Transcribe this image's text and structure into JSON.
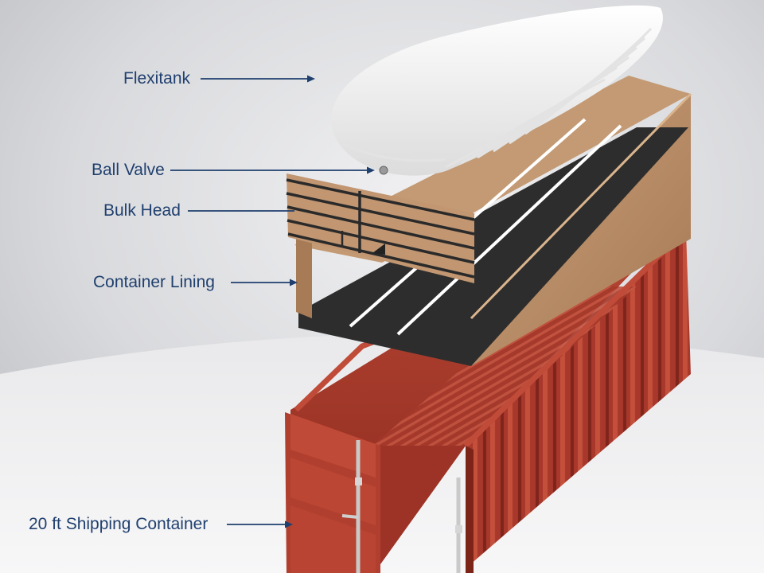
{
  "labels": {
    "flexitank": "Flexitank",
    "ball_valve": "Ball Valve",
    "bulk_head": "Bulk Head",
    "container_lining": "Container Lining",
    "shipping_container": "20 ft Shipping Container"
  },
  "colors": {
    "label_text": "#1f3f6e",
    "container_red": "#a6352a",
    "lining_wood": "#b38863",
    "lining_floor": "#2f2f2f",
    "flexitank_white": "#f4f4f4",
    "background": "#d7d8dc"
  }
}
